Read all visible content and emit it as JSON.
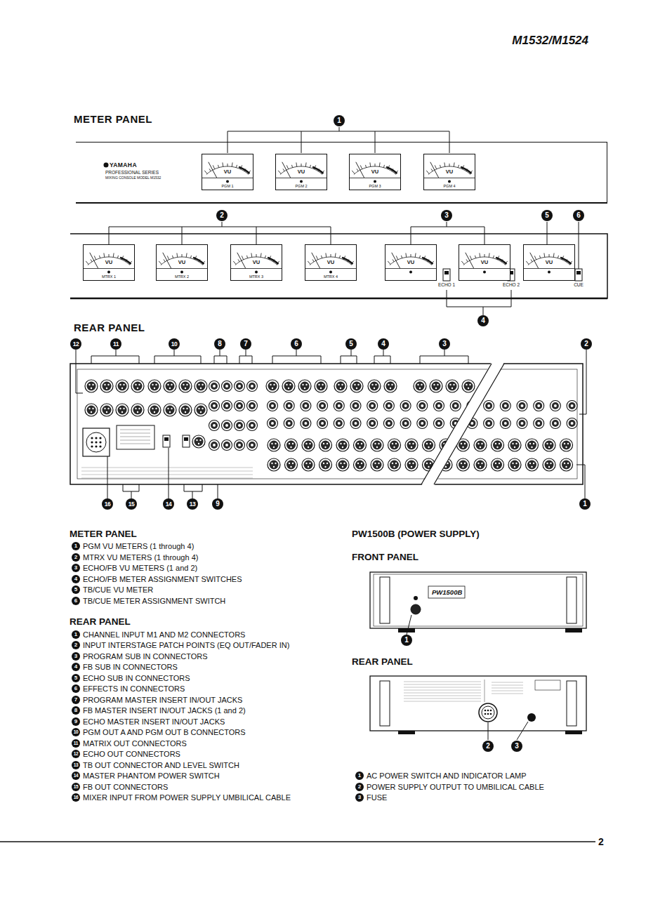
{
  "diagram": {
    "title": "M1532/M1524",
    "nodes": [
      {
        "text": [
          "YAMAHA",
          "PROFESSIONAL SERIES",
          "MIXING CONSOLE MODEL M1532"
        ]
      },
      {
        "text": [
          "VU",
          "PGM 1"
        ],
        "in": 0
      },
      {
        "text": [
          "VU",
          "PGM 2"
        ],
        "in": 0
      },
      {
        "text": [
          "VU",
          "PGM 3"
        ],
        "in": 0
      },
      {
        "text": [
          "VU",
          "PGM 4"
        ],
        "in": 0
      },
      {
        "text": [
          "VU",
          "MTRX 1"
        ]
      },
      {
        "text": [
          "VU",
          "MTRX 2"
        ]
      },
      {
        "text": [
          "VU",
          "MTRX 3"
        ]
      },
      {
        "text": [
          "VU",
          "MTRX 4"
        ]
      },
      {
        "text": [
          "VU"
        ]
      },
      {
        "text": [
          "VU"
        ]
      },
      {
        "text": [
          "VU"
        ]
      }
    ],
    "labels": [
      "METER PANEL",
      "1",
      "2",
      "3",
      "5",
      "6",
      "ECHO 1",
      "ECHO 2",
      "CUE",
      "4",
      "REAR PANEL",
      "12",
      "11",
      "10",
      "8",
      "7",
      "6",
      "5",
      "4",
      "3",
      "2",
      "16",
      "15",
      "14",
      "13",
      "9",
      "1",
      "METER PANEL",
      "1",
      "PGM VU METERS (1 through 4)",
      "2",
      "MTRX VU METERS (1 through 4)",
      "3",
      "ECHO/FB VU METERS (1 and 2)",
      "4",
      "ECHO/FB METER ASSIGNMENT SWITCHES",
      "5",
      "TB/CUE VU METER",
      "6",
      "TB/CUE METER ASSIGNMENT SWITCH",
      "REAR PANEL",
      "1",
      "CHANNEL INPUT M1 AND M2 CONNECTORS",
      "2",
      "INPUT INTERSTAGE PATCH POINTS (EQ OUT/FADER IN)",
      "3",
      "PROGRAM SUB IN CONNECTORS",
      "4",
      "FB SUB IN CONNECTORS",
      "5",
      "ECHO SUB IN CONNECTORS",
      "6",
      "EFFECTS IN CONNECTORS",
      "7",
      "PROGRAM MASTER INSERT IN/OUT JACKS",
      "8",
      "FB MASTER INSERT IN/OUT JACKS (1 and 2)",
      "9",
      "ECHO MASTER INSERT IN/OUT JACKS",
      "10",
      "PGM OUT A AND PGM OUT B CONNECTORS",
      "11",
      "MATRIX OUT CONNECTORS",
      "12",
      "ECHO OUT CONNECTORS",
      "13",
      "TB OUT CONNECTOR AND LEVEL SWITCH",
      "14",
      "MASTER PHANTOM POWER SWITCH",
      "15",
      "FB OUT CONNECTORS",
      "16",
      "MIXER INPUT FROM POWER SUPPLY UMBILICAL CABLE",
      "PW1500B (POWER SUPPLY)",
      "FRONT PANEL",
      "PW1500B",
      "1",
      "REAR PANEL",
      "2",
      "3",
      "1",
      "AC POWER SWITCH AND INDICATOR LAMP",
      "2",
      "POWER SUPPLY OUTPUT TO UMBILICAL CABLE",
      "3",
      "FUSE",
      "2"
    ]
  }
}
